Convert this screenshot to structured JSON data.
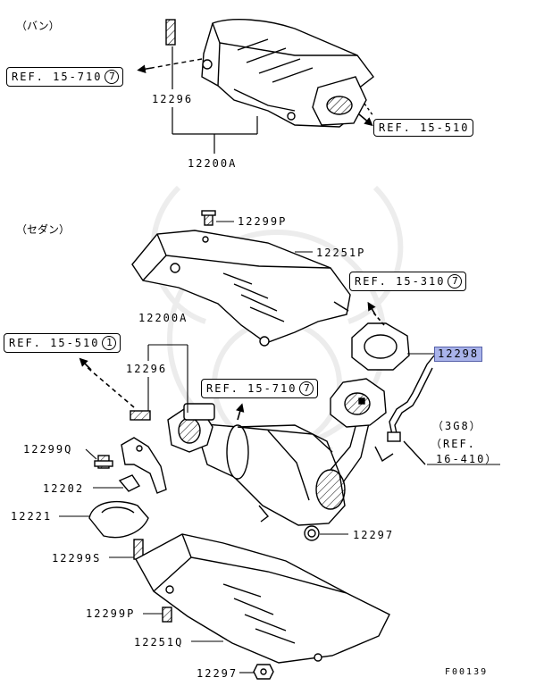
{
  "variants": {
    "van": "（バン）",
    "sedan": "（セダン）"
  },
  "refs": {
    "van_front": {
      "text": "REF. 15-710",
      "num": "7"
    },
    "van_rear": {
      "text": "REF. 15-510"
    },
    "sedan_heatshield": {
      "text": "REF. 15-310",
      "num": "7"
    },
    "sedan_front": {
      "text": "REF. 15-510",
      "num": "1"
    },
    "sedan_mid": {
      "text": "REF. 15-710",
      "num": "7"
    }
  },
  "parts": {
    "p12296_van": "12296",
    "p12200A_van": "12200A",
    "p12299P_top": "12299P",
    "p12251P": "12251P",
    "p12200A_sedan": "12200A",
    "p12296_sedan": "12296",
    "p12298": "12298",
    "p12299Q": "12299Q",
    "p12202": "12202",
    "p12221": "12221",
    "p12299S": "12299S",
    "p12297_a": "12297",
    "p12299P_bottom": "12299P",
    "p12251Q": "12251Q",
    "p12297_b": "12297"
  },
  "sensor_note": {
    "model": "（3G8）",
    "ref_line1": "（REF.",
    "ref_line2": "16-410）"
  },
  "figure_code": "F00139",
  "colors": {
    "highlight": "#a9b3ea",
    "ink": "#000000"
  }
}
